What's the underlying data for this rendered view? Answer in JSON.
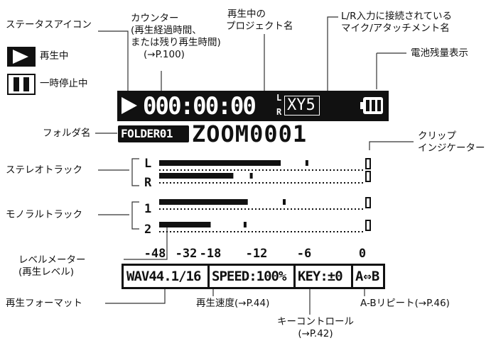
{
  "callouts": {
    "status_icon": "ステータスアイコン",
    "counter_l1": "カウンター",
    "counter_l2": "(再生経過時間、",
    "counter_l3": "または残り再生時間)",
    "counter_l4": "(→P.100)",
    "project_l1": "再生中の",
    "project_l2": "プロジェクト名",
    "mic_l1": "L/R入力に接続されている",
    "mic_l2": "マイク/アタッチメント名",
    "battery": "電池残量表示",
    "folder": "フォルダ名",
    "clip_l1": "クリップ",
    "clip_l2": "インジケーター",
    "stereo": "ステレオトラック",
    "mono": "モノラルトラック",
    "meter_l1": "レベルメーター",
    "meter_l2": "(再生レベル)",
    "format": "再生フォーマット",
    "speed": "再生速度(→P.44)",
    "key_l1": "キーコントロール",
    "key_l2": "(→P.42)",
    "ab": "A-Bリピート(→P.46)"
  },
  "legend": {
    "playing": "再生中",
    "paused": "一時停止中"
  },
  "lcd": {
    "counter": "000:00:00",
    "mic_top": "L",
    "mic_bottom": "R",
    "mic_name": "XY5",
    "folder": "FOLDER01",
    "project": "ZOOM0001",
    "ch1": "L",
    "ch2": "R",
    "ch3": "1",
    "ch4": "2",
    "clip_mark": "0",
    "scale": [
      "-48",
      "-32",
      "-18",
      "-12",
      "-6",
      "0"
    ],
    "format": "WAV44.1/16",
    "speed": "SPEED:100%",
    "key": "KEY:±0",
    "ab": "A⇔B"
  },
  "meters": {
    "L": 0.59,
    "R": 0.36,
    "1": 0.43,
    "2": 0.25
  },
  "peaks": {
    "L": 0.71,
    "R": 0.44,
    "1": 0.6,
    "2": 0.41
  },
  "colors": {
    "lcd_bg": "#111111",
    "lcd_fg": "#ffffff"
  }
}
